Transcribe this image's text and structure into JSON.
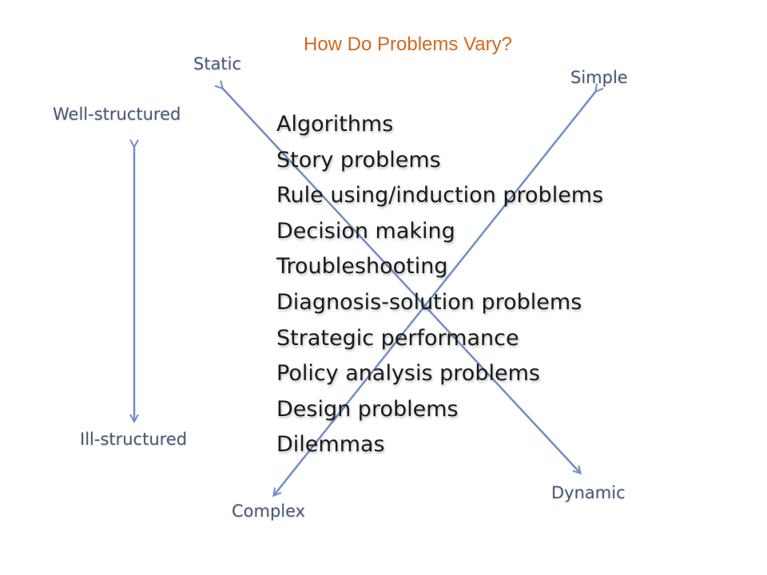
{
  "title": "How Do Problems Vary?",
  "axes": {
    "static": "Static",
    "dynamic": "Dynamic",
    "simple": "Simple",
    "complex": "Complex",
    "well_structured": "Well-structured",
    "ill_structured": "Ill-structured"
  },
  "problems": [
    "Algorithms",
    "Story problems",
    "Rule using/induction problems",
    "Decision making",
    "Troubleshooting",
    "Diagnosis-solution problems",
    "Strategic performance",
    "Policy analysis problems",
    "Design problems",
    "Dilemmas"
  ],
  "colors": {
    "title": "#d2691e",
    "arrow": "#6f8fc4",
    "axis_label": "#4a5a72",
    "text": "#1a1a1a"
  }
}
